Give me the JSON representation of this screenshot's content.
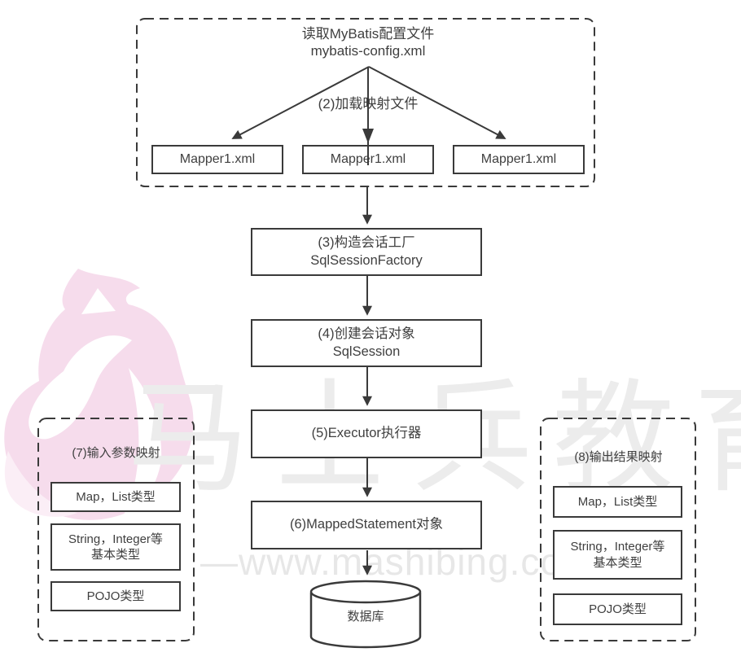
{
  "top": {
    "title_line1": "读取MyBatis配置文件",
    "title_line2": "mybatis-config.xml",
    "step_label": "(2)加载映射文件",
    "mappers": [
      {
        "label": "Mapper1.xml"
      },
      {
        "label": "Mapper1.xml"
      },
      {
        "label": "Mapper1.xml"
      }
    ]
  },
  "flow": {
    "step3": {
      "line1": "(3)构造会话工厂",
      "line2": "SqlSessionFactory"
    },
    "step4": {
      "line1": "(4)创建会话对象",
      "line2": "SqlSession"
    },
    "step5": {
      "line1": "(5)Executor执行器"
    },
    "step6": {
      "line1": "(6)MappedStatement对象"
    },
    "database": {
      "label": "数据库"
    }
  },
  "input_panel": {
    "title": "(7)输入参数映射",
    "item1": "Map，List类型",
    "item2_line1": "String，Integer等",
    "item2_line2": "基本类型",
    "item3": "POJO类型"
  },
  "output_panel": {
    "title": "(8)输出结果映射",
    "item1": "Map，List类型",
    "item2_line1": "String，Integer等",
    "item2_line2": "基本类型",
    "item3": "POJO类型"
  },
  "watermark": {
    "brand": "马士兵教育",
    "url": "—www.mashibing.com—"
  },
  "colors": {
    "line": "#3a3a3a",
    "text": "#3f3f3f",
    "watermark_brand": "#ececec",
    "watermark_url": "#e7e7e7",
    "logo_pink": "#f6dcec",
    "logo_pink_light": "#fbeef6"
  }
}
